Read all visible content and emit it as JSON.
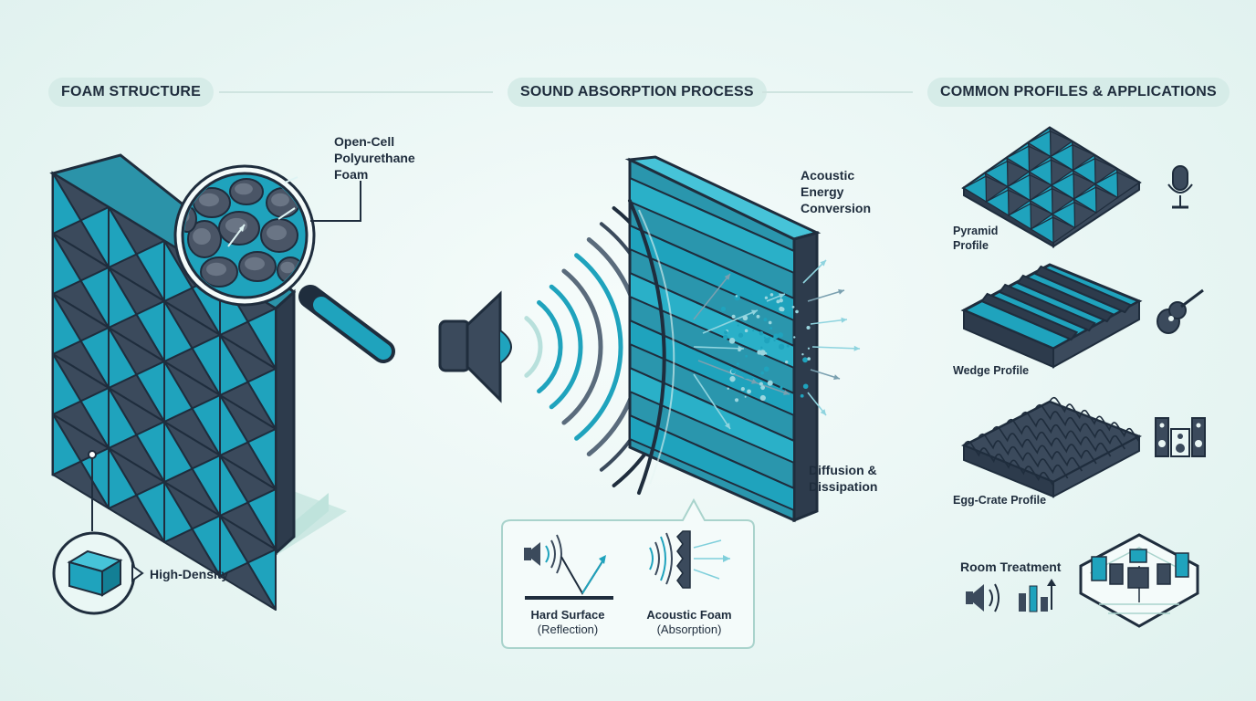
{
  "sections": {
    "foam_structure": "FOAM STRUCTURE",
    "sound_absorption": "SOUND ABSORPTION PROCESS",
    "profiles": "COMMON PROFILES & APPLICATIONS"
  },
  "foam": {
    "cell_label_1": "Open-Cell",
    "cell_label_2": "Polyurethane",
    "cell_label_3": "Foam",
    "density_label": "High-Density"
  },
  "process": {
    "conversion_1": "Acoustic",
    "conversion_2": "Energy",
    "conversion_3": "Conversion",
    "diffusion_1": "Diffusion &",
    "diffusion_2": "Dissipation",
    "hard_title": "Hard Surface",
    "hard_sub": "(Reflection)",
    "foam_title": "Acoustic Foam",
    "foam_sub": "(Absorption)"
  },
  "profiles": {
    "pyramid_1": "Pyramid",
    "pyramid_2": "Profile",
    "wedge": "Wedge Profile",
    "egg": "Egg-Crate Profile",
    "room": "Room Treatment"
  },
  "icons": {
    "mic": "microphone-icon",
    "guitar": "guitar-icon",
    "speakers": "speakers-icon",
    "room_tools": "volume-and-levels-icon"
  },
  "colors": {
    "teal": "#1fa3bd",
    "dark": "#3b4a5c",
    "outline": "#1f2d3d",
    "bg": "#e9f6f4"
  }
}
